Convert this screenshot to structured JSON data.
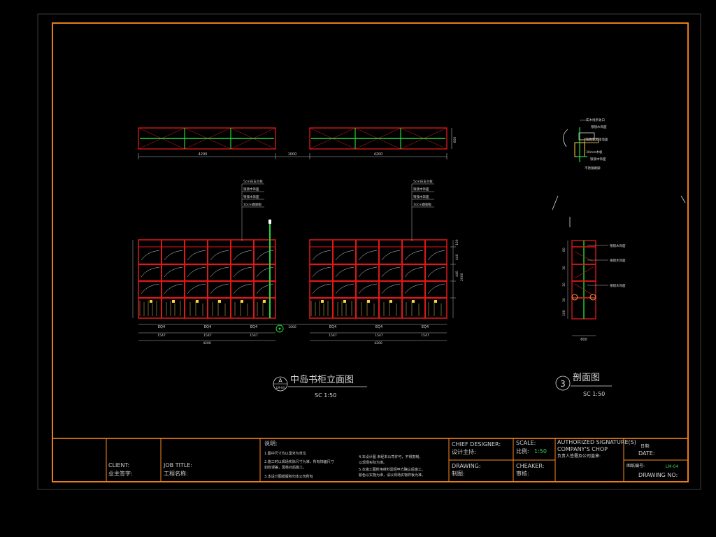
{
  "drawing": {
    "elevation_title": "中岛书柜立面图",
    "elevation_marker": "A",
    "elevation_marker_sub": "LM-04",
    "elevation_scale": "SC 1:50",
    "section_title": "剖面图",
    "section_marker": "3",
    "section_scale": "SC 1:50"
  },
  "plan": {
    "left_width": "4200",
    "right_width": "4200",
    "gap": "1000",
    "depth": "600"
  },
  "elevation": {
    "notes_left": [
      "5cm白玉兰板",
      "银镜木饰面",
      "银镜木饰面",
      "10cm踢脚板"
    ],
    "notes_right": [
      "5cm白玉兰板",
      "银镜木饰面",
      "银镜木饰面",
      "10cm踢脚板"
    ],
    "eq_labels": [
      "EQ4",
      "EQ4",
      "EQ4"
    ],
    "segment_labels": [
      "1547",
      "1547",
      "1547"
    ],
    "total_left": "4200",
    "total_right": "4200",
    "gap": "1000",
    "height_dims": [
      "100",
      "440",
      "440",
      "2000"
    ]
  },
  "section": {
    "notes_top": [
      "实木线条收口",
      "银镜木饰面",
      "灰色乳胶漆墙面",
      "30mm木板",
      "银镜木饰面",
      "不锈钢踢脚"
    ],
    "notes_mid": [
      "银镜木饰面",
      "银镜木饰面",
      "银镜木饰面"
    ],
    "heights": [
      "80",
      "30",
      "30",
      "30",
      "100"
    ],
    "width": "600"
  },
  "title_block": {
    "client_label": "CLIENT:",
    "client_cn": "业主签字:",
    "job_label": "JOB TITLE:",
    "job_cn": "工程名称:",
    "notes_heading": "说明:",
    "notes": [
      "1.图中尺寸均以毫米为单位",
      "2.施工时以现场实际尺寸为准，所有饰面尺寸",
      "  如有误差，需核对后施工。",
      "3.本设计图纸版权归本公司所有",
      "4.本设计图 未经本公司许可，不得复制，",
      "  以现场实际为准。",
      "5.本施工图所用材料需经甲方确认后施工，",
      "  颜色以实物为准，请以现场实物样板为准。"
    ],
    "chief_designer_label": "CHIEF DESIGNER:",
    "chief_designer_cn": "设计主持:",
    "scale_label": "SCALE:",
    "scale_cn": "比例:",
    "scale_value": "1:50",
    "drawing_label": "DRAWING:",
    "drawing_cn": "制图:",
    "checker_label": "CHEAKER:",
    "checker_cn": "审核:",
    "authorized_label": "AUTHORIZED SIGNATURE(S)",
    "company_chop": "COMPANY'S CHOP",
    "company_chop_cn": "负责人签署及公司盖章:",
    "date_cn": "日期:",
    "date_label": "DATE:",
    "drawing_no_cn": "图纸编号:",
    "drawing_no_value": "LM-04",
    "drawing_no_label": "DRAWING NO:"
  },
  "colors": {
    "frame": "#ff8a1e",
    "cabinet": "#e01818",
    "accent_green": "#22d63a",
    "text": "#d8d8d8",
    "dim_line": "#b8b8b8"
  }
}
